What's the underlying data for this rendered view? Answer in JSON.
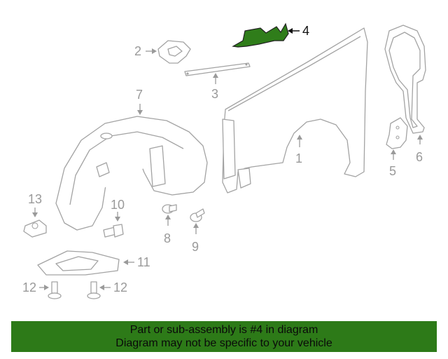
{
  "callouts": {
    "c1": "1",
    "c2": "2",
    "c3": "3",
    "c4": "4",
    "c5": "5",
    "c6": "6",
    "c7": "7",
    "c8": "8",
    "c9": "9",
    "c10": "10",
    "c11": "11",
    "c12a": "12",
    "c12b": "12",
    "c13": "13"
  },
  "highlighted_part": "4",
  "colors": {
    "highlight": "#2f7d1a",
    "banner": "#2d7a18",
    "line": "#a3a3a3"
  },
  "banner": {
    "line1": "Part or sub-assembly is #4 in diagram",
    "line2": "Diagram may not be specific to your vehicle"
  }
}
